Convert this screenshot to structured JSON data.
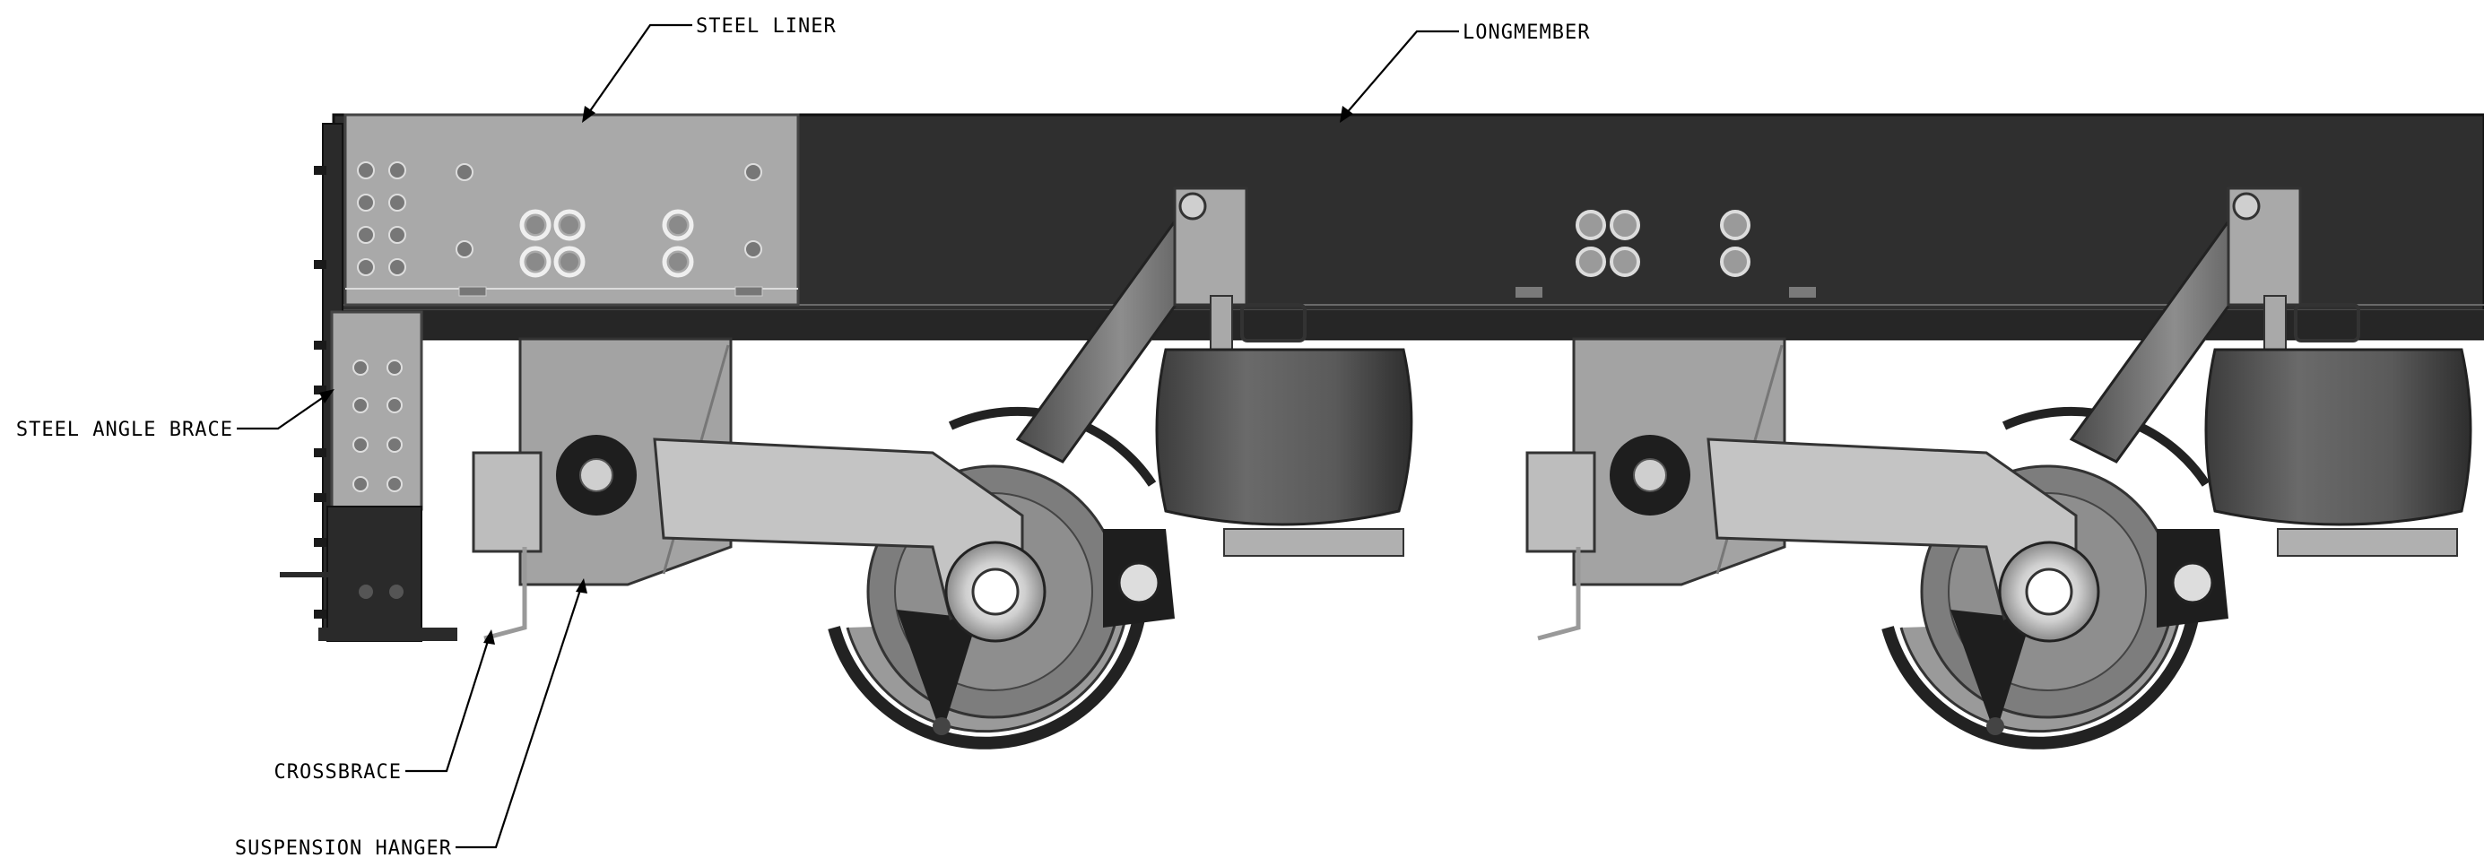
{
  "callouts": {
    "steel_liner": "STEEL LINER",
    "longmember": "LONGMEMBER",
    "steel_angle_brace": "STEEL ANGLE BRACE",
    "crossbrace": "CROSSBRACE",
    "suspension_hanger": "SUSPENSION HANGER"
  },
  "colors": {
    "longmember": "#2f2f2f",
    "liner": "#a9a9a9",
    "hanger": "#a3a3a3",
    "arm": "#c4c4c4",
    "airbag": "#555555",
    "brake": "#8a8a8a",
    "line": "#000000"
  }
}
